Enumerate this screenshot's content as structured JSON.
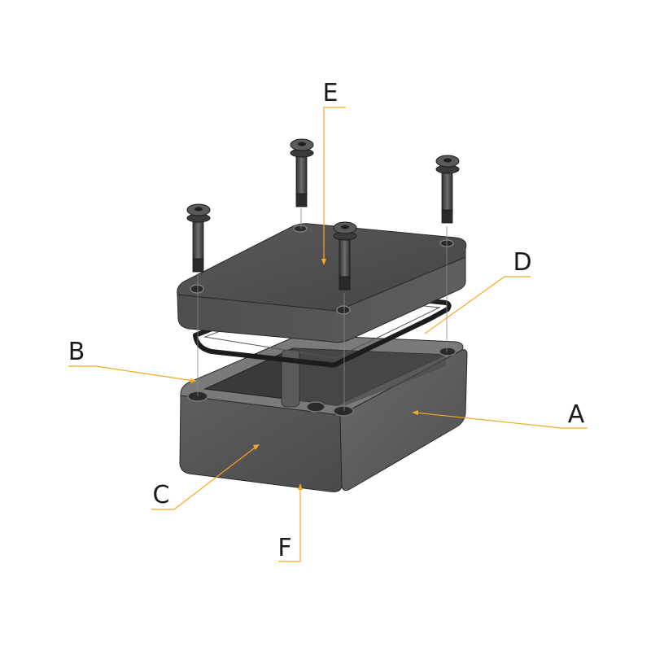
{
  "labels": {
    "a": "A",
    "b": "B",
    "c": "C",
    "d": "D",
    "e": "E",
    "f": "F"
  },
  "colors": {
    "leader": "#f5a623",
    "body_dark": "#3d3d3d",
    "body_mid": "#555555",
    "body_light": "#6b6b6b",
    "gasket": "#1c1c1c",
    "background": "#ffffff"
  },
  "parts": [
    "enclosure-base",
    "gasket",
    "cover",
    "screw",
    "screw",
    "screw",
    "screw"
  ]
}
